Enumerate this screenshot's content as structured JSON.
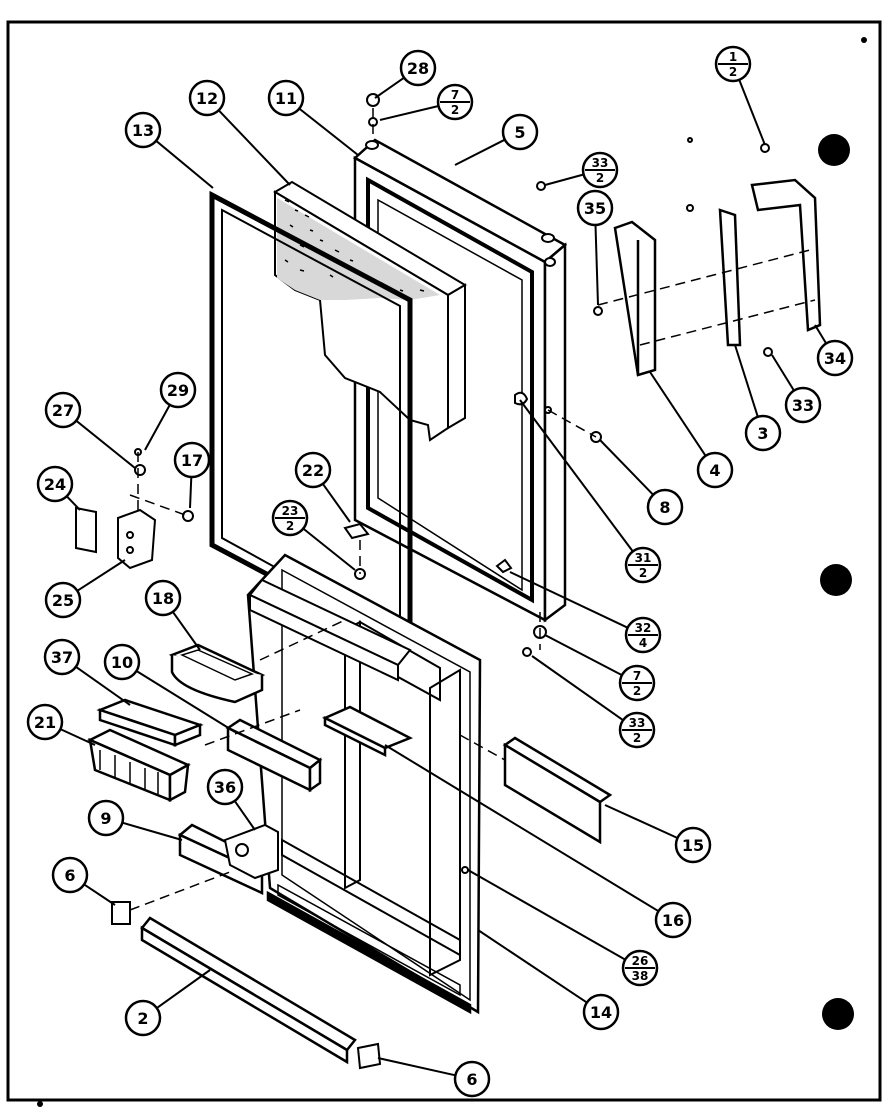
{
  "diagram": {
    "colors": {
      "ink": "#000000",
      "paper": "#ffffff"
    },
    "callouts": [
      {
        "id": "c28",
        "label": "28"
      },
      {
        "id": "c7-2-top",
        "label": "7",
        "sub": "2"
      },
      {
        "id": "c11",
        "label": "11"
      },
      {
        "id": "c12",
        "label": "12"
      },
      {
        "id": "c13",
        "label": "13"
      },
      {
        "id": "c5",
        "label": "5"
      },
      {
        "id": "c33-2-top",
        "label": "33",
        "sub": "2"
      },
      {
        "id": "c1-2",
        "label": "1",
        "sub": "2"
      },
      {
        "id": "c35",
        "label": "35"
      },
      {
        "id": "c34",
        "label": "34"
      },
      {
        "id": "c33",
        "label": "33"
      },
      {
        "id": "c3",
        "label": "3"
      },
      {
        "id": "c4",
        "label": "4"
      },
      {
        "id": "c8",
        "label": "8"
      },
      {
        "id": "c29",
        "label": "29"
      },
      {
        "id": "c27",
        "label": "27"
      },
      {
        "id": "c17",
        "label": "17"
      },
      {
        "id": "c24",
        "label": "24"
      },
      {
        "id": "c25",
        "label": "25"
      },
      {
        "id": "c22",
        "label": "22"
      },
      {
        "id": "c23-2",
        "label": "23",
        "sub": "2"
      },
      {
        "id": "c31-2",
        "label": "31",
        "sub": "2"
      },
      {
        "id": "c32-4",
        "label": "32",
        "sub": "4"
      },
      {
        "id": "c7-2-bot",
        "label": "7",
        "sub": "2"
      },
      {
        "id": "c33-2-bot",
        "label": "33",
        "sub": "2"
      },
      {
        "id": "c18",
        "label": "18"
      },
      {
        "id": "c37",
        "label": "37"
      },
      {
        "id": "c10",
        "label": "10"
      },
      {
        "id": "c21",
        "label": "21"
      },
      {
        "id": "c36",
        "label": "36"
      },
      {
        "id": "c9",
        "label": "9"
      },
      {
        "id": "c15",
        "label": "15"
      },
      {
        "id": "c16",
        "label": "16"
      },
      {
        "id": "c6-left",
        "label": "6"
      },
      {
        "id": "c26-38",
        "label": "26",
        "sub": "38"
      },
      {
        "id": "c14",
        "label": "14"
      },
      {
        "id": "c2",
        "label": "2"
      },
      {
        "id": "c6-bot",
        "label": "6"
      }
    ]
  }
}
